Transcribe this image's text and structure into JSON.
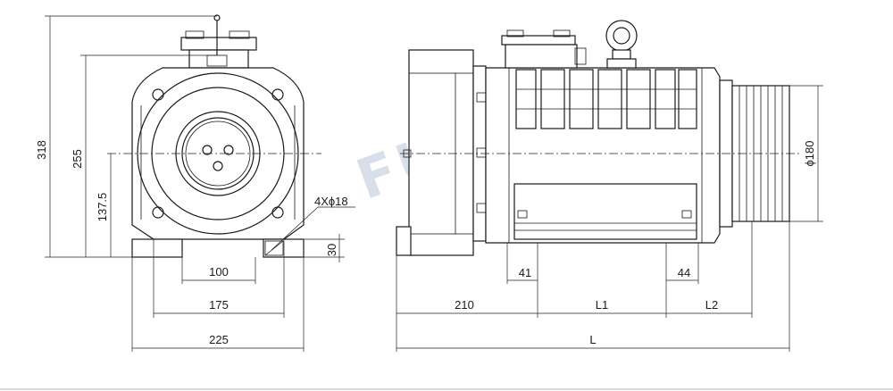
{
  "watermark": "FUJI · CL",
  "front_view": {
    "dim_height_total": "318",
    "dim_height_mid": "255",
    "dim_height_axis": "137.5",
    "dim_hole_spacing": "100",
    "dim_foot_width": "175",
    "dim_base_width": "225",
    "dim_holes": "4Xϕ18",
    "dim_foot_thickness": "30"
  },
  "side_view": {
    "dim_left_offset": "41",
    "dim_right_offset": "44",
    "dim_flange": "210",
    "dim_l1": "L1",
    "dim_l2": "L2",
    "dim_total": "L",
    "dim_sheave_diameter": "ϕ180"
  }
}
